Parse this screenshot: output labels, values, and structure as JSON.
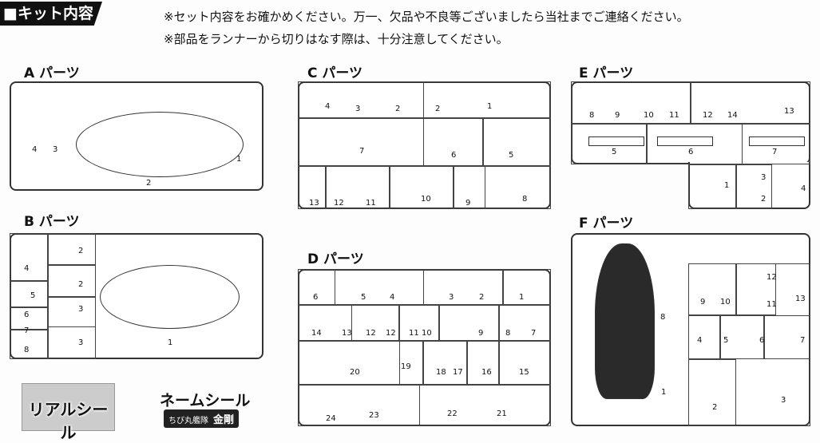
{
  "header": {
    "title": "■キット内容",
    "notes": [
      "※セット内容をお確かめください。万一、欠品や不良等ございましたら当社までご連絡ください。",
      "※部品をランナーから切りはなす際は、十分注意してください。"
    ]
  },
  "panels": {
    "A": {
      "title": "A パーツ",
      "labels": [
        "4",
        "3",
        "2",
        "1"
      ]
    },
    "B": {
      "title": "B パーツ",
      "labels": [
        "4",
        "5",
        "6",
        "7",
        "8",
        "2",
        "2",
        "3",
        "3",
        "1"
      ]
    },
    "C": {
      "title": "C パーツ",
      "labels": [
        "4",
        "3",
        "2",
        "2",
        "1",
        "7",
        "6",
        "5",
        "13",
        "12",
        "11",
        "10",
        "9",
        "8"
      ]
    },
    "D": {
      "title": "D パーツ",
      "labels": [
        "6",
        "5",
        "4",
        "3",
        "2",
        "1",
        "14",
        "13",
        "12",
        "12",
        "11",
        "10",
        "9",
        "8",
        "7",
        "20",
        "19",
        "18",
        "17",
        "16",
        "15",
        "24",
        "23",
        "22",
        "21"
      ]
    },
    "E": {
      "title": "E パーツ",
      "labels": [
        "8",
        "9",
        "10",
        "11",
        "12",
        "14",
        "13",
        "5",
        "6",
        "7",
        "1",
        "3",
        "2",
        "4"
      ]
    },
    "F": {
      "title": "F パーツ",
      "labels": [
        "8",
        "1",
        "9",
        "10",
        "12",
        "11",
        "13",
        "4",
        "5",
        "6",
        "7",
        "2",
        "3"
      ]
    }
  },
  "seals": {
    "real_seal": "リアルシール",
    "name_seal": "ネームシール",
    "badge_series": "ちび丸艦隊",
    "badge_ship": "金剛"
  }
}
